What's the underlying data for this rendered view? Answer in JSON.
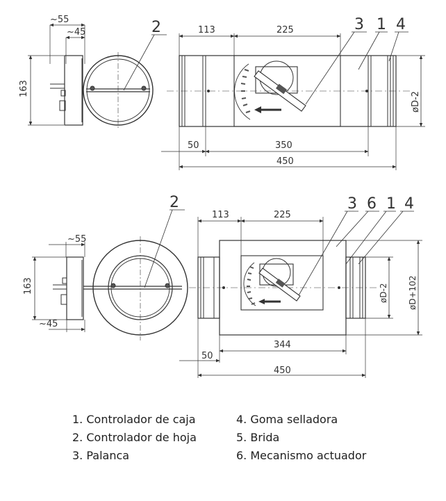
{
  "top_view": {
    "side_dims": {
      "w55": "~55",
      "w45": "~45",
      "h163": "163"
    },
    "side_callout": "2",
    "front_dims": {
      "d113": "113",
      "d225": "225",
      "d50": "50",
      "d350": "350",
      "d450": "450",
      "dia": "øD-2"
    },
    "callouts": [
      "3",
      "1",
      "4"
    ]
  },
  "bottom_view": {
    "side_dims": {
      "w55": "~55",
      "w45": "~45",
      "h163": "163"
    },
    "side_callout": "2",
    "front_dims": {
      "d113": "113",
      "d225": "225",
      "d344": "344",
      "d50": "50",
      "d450": "450",
      "dia": "øD-2",
      "dia_flange": "øD+102"
    },
    "callouts": [
      "3",
      "6",
      "1",
      "4"
    ]
  },
  "legend": [
    "1. Controlador de caja",
    "2. Controlador de hoja",
    "3. Palanca",
    "4. Goma selladora",
    "5. Brida",
    "6. Mecanismo actuador"
  ],
  "colors": {
    "line": "#333333",
    "light": "#777777",
    "text": "#333333",
    "handle": "#555555"
  }
}
